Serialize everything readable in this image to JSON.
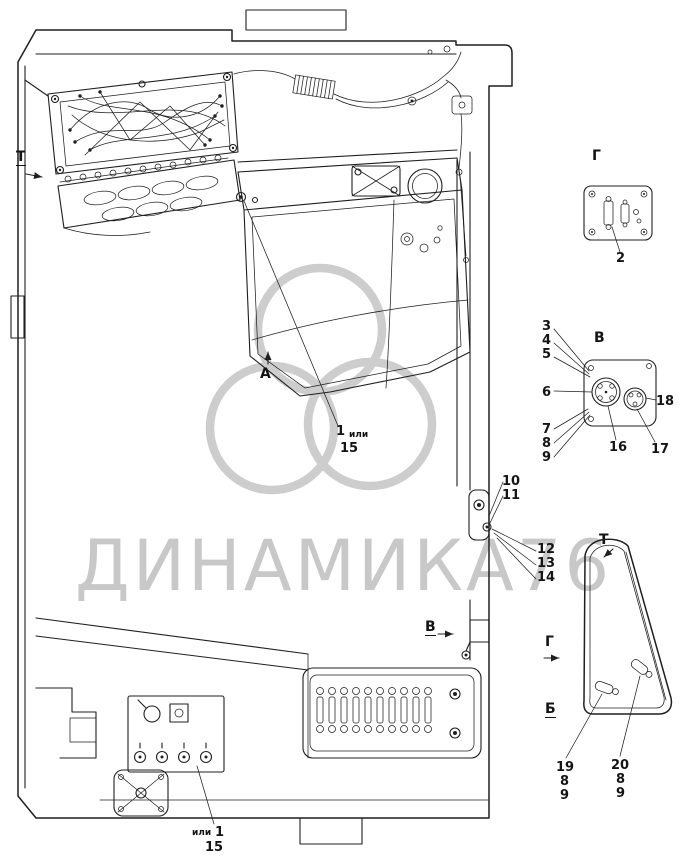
{
  "colors": {
    "line": "#1f1f1f",
    "watermark_text": "#c8c8c8",
    "watermark_logo": "#cdcdcd",
    "background": "#ffffff"
  },
  "watermark": {
    "text": "ДИНАМИКА76",
    "logo": "triskelion-swirl-logo"
  },
  "view_labels": {
    "t_left": "Т",
    "a_section": "А",
    "v_section": "В",
    "g_view": "Г",
    "v_view": "В",
    "t_view": "Т",
    "g_arrow": "Г",
    "b_view": "Б"
  },
  "callouts": {
    "mid_num": "1",
    "mid_or": "или",
    "mid_num2": "15",
    "n2": "2",
    "n3": "3",
    "n4": "4",
    "n5": "5",
    "n6": "6",
    "n7": "7",
    "n8": "8",
    "n9": "9",
    "n10": "10",
    "n11": "11",
    "n12": "12",
    "n13": "13",
    "n14": "14",
    "n16": "16",
    "n17": "17",
    "n18": "18",
    "n19": "19",
    "n19_8": "8",
    "n19_9": "9",
    "n20": "20",
    "n20_8": "8",
    "n20_9": "9",
    "bot_or": "или",
    "bot_num": "1",
    "bot_num2": "15"
  }
}
